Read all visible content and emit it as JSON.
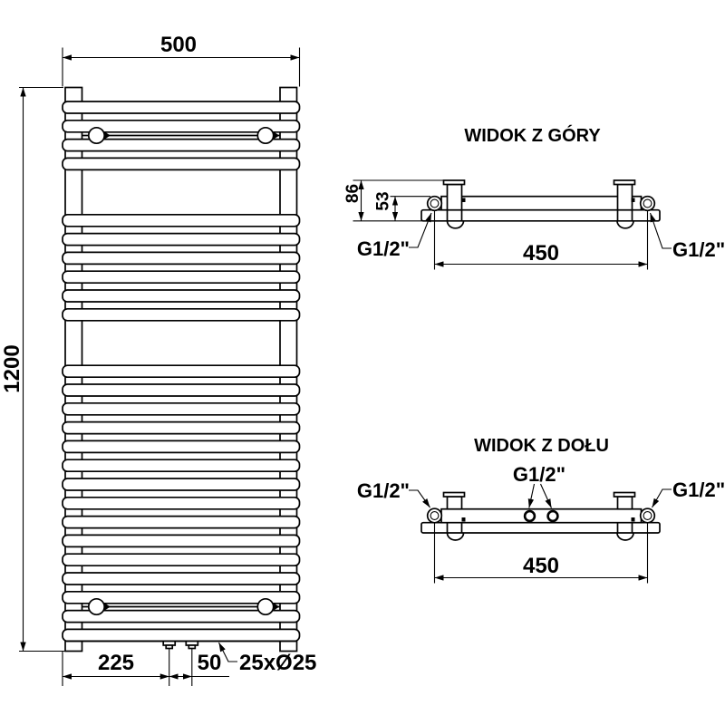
{
  "drawing_type": "towel-radiator technical drawing",
  "colors": {
    "line": "#000000",
    "background": "#ffffff"
  },
  "front_view": {
    "width_dim": "500",
    "height_dim": "1200",
    "bottom_left_dim": "225",
    "bottom_center_dim": "50",
    "tube_spec": "25xØ25",
    "bar_groups": [
      4,
      6,
      15
    ],
    "gap_rows": 2,
    "bar_count": 25
  },
  "top_view": {
    "title": "WIDOK Z GÓRY",
    "depth_dim": "86",
    "tube_offset_dim": "53",
    "spacing_dim": "450",
    "thread_left": "G1/2\"",
    "thread_right": "G1/2\""
  },
  "bottom_view": {
    "title": "WIDOK Z DOŁU",
    "spacing_dim": "450",
    "thread_left": "G1/2\"",
    "thread_center": "G1/2\"",
    "thread_right": "G1/2\""
  }
}
